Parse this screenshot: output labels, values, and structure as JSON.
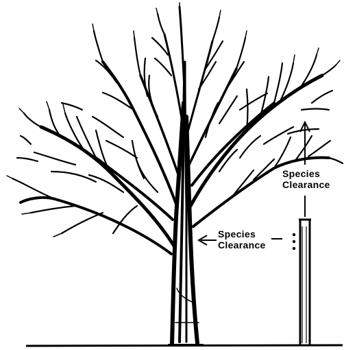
{
  "labels": {
    "vertical_clearance": {
      "line1": "Species",
      "line2": "Clearance"
    },
    "trunk_clearance": {
      "line1": "Species",
      "line2": "Clearance"
    }
  },
  "colors": {
    "ink": "#000000",
    "background": "#ffffff"
  }
}
